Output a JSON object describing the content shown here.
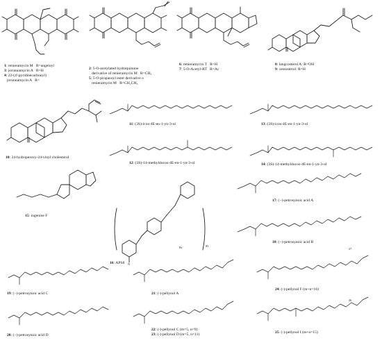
{
  "figure": {
    "compounds": [
      {
        "num": "1",
        "name": "renieramycin M   R=angeloyl"
      },
      {
        "num": "3",
        "name": "jorunnamycin A   R=H"
      },
      {
        "num": "4",
        "name": "22-(4'-pyridinecarbonyl)"
      },
      {
        "num": "",
        "name": "jorunnamycin A   R="
      },
      {
        "num": "2",
        "name": "5-O-acetylated hydroquinone"
      },
      {
        "num": "",
        "name": "derivative of renieramycin M   R=CH₃"
      },
      {
        "num": "5",
        "name": "5-O-propanoyl ester derivative o"
      },
      {
        "num": "",
        "name": "renieramycin M   R=CH₂CH₃"
      },
      {
        "num": "6",
        "name": "renieramycin T   R=H"
      },
      {
        "num": "7",
        "name": "5-O-Acetyl-RT   R=Ac"
      },
      {
        "num": "8",
        "name": "langcosterol A: R=OH"
      },
      {
        "num": "9",
        "name": "xestosterol: R=H"
      },
      {
        "num": "10",
        "name": "24-hydroperoxy-24-vinyl cholesterol"
      },
      {
        "num": "11",
        "name": "(3S)-icos-4E-en-1-yn-3-ol"
      },
      {
        "num": "13",
        "name": "(3S)-icos-4E-en-1-yn-3-ol"
      },
      {
        "num": "12",
        "name": "(3S)-14-methyldocos-4E-en-1-yn-3-ol"
      },
      {
        "num": "14",
        "name": "(3S)-14-methyldocos-4E-en-1-yn-3-ol"
      },
      {
        "num": "15",
        "name": "ingenine F"
      },
      {
        "num": "16",
        "name": "APS8"
      },
      {
        "num": "17",
        "name": "(−)-petrosynoic acid A"
      },
      {
        "num": "18",
        "name": "(−)-petrosynoic acid B"
      },
      {
        "num": "19",
        "name": "(−)-petrosynoic acid C"
      },
      {
        "num": "20",
        "name": "(−)-petrosynoic acid D"
      },
      {
        "num": "21",
        "name": "(-)-pellynol A"
      },
      {
        "num": "22",
        "name": "(-)-pellynol C (m=5, n=9)"
      },
      {
        "num": "23",
        "name": "(-)-pellynol D (m=5, n=11)"
      },
      {
        "num": "24",
        "name": "(-)-pellynol F (m+n=16)"
      },
      {
        "num": "25",
        "name": "(-)-pellynol I (m+n=15)"
      }
    ],
    "tags": {
      "apsN": "N",
      "apsRepeat": "83",
      "apsBr": "Br⁻",
      "apsPlus": "+",
      "c27": "27",
      "c26": "26",
      "m": "m",
      "n": "n",
      "sub7": "7",
      "sub10": "10",
      "sub8": "8",
      "sub9": "9"
    }
  }
}
